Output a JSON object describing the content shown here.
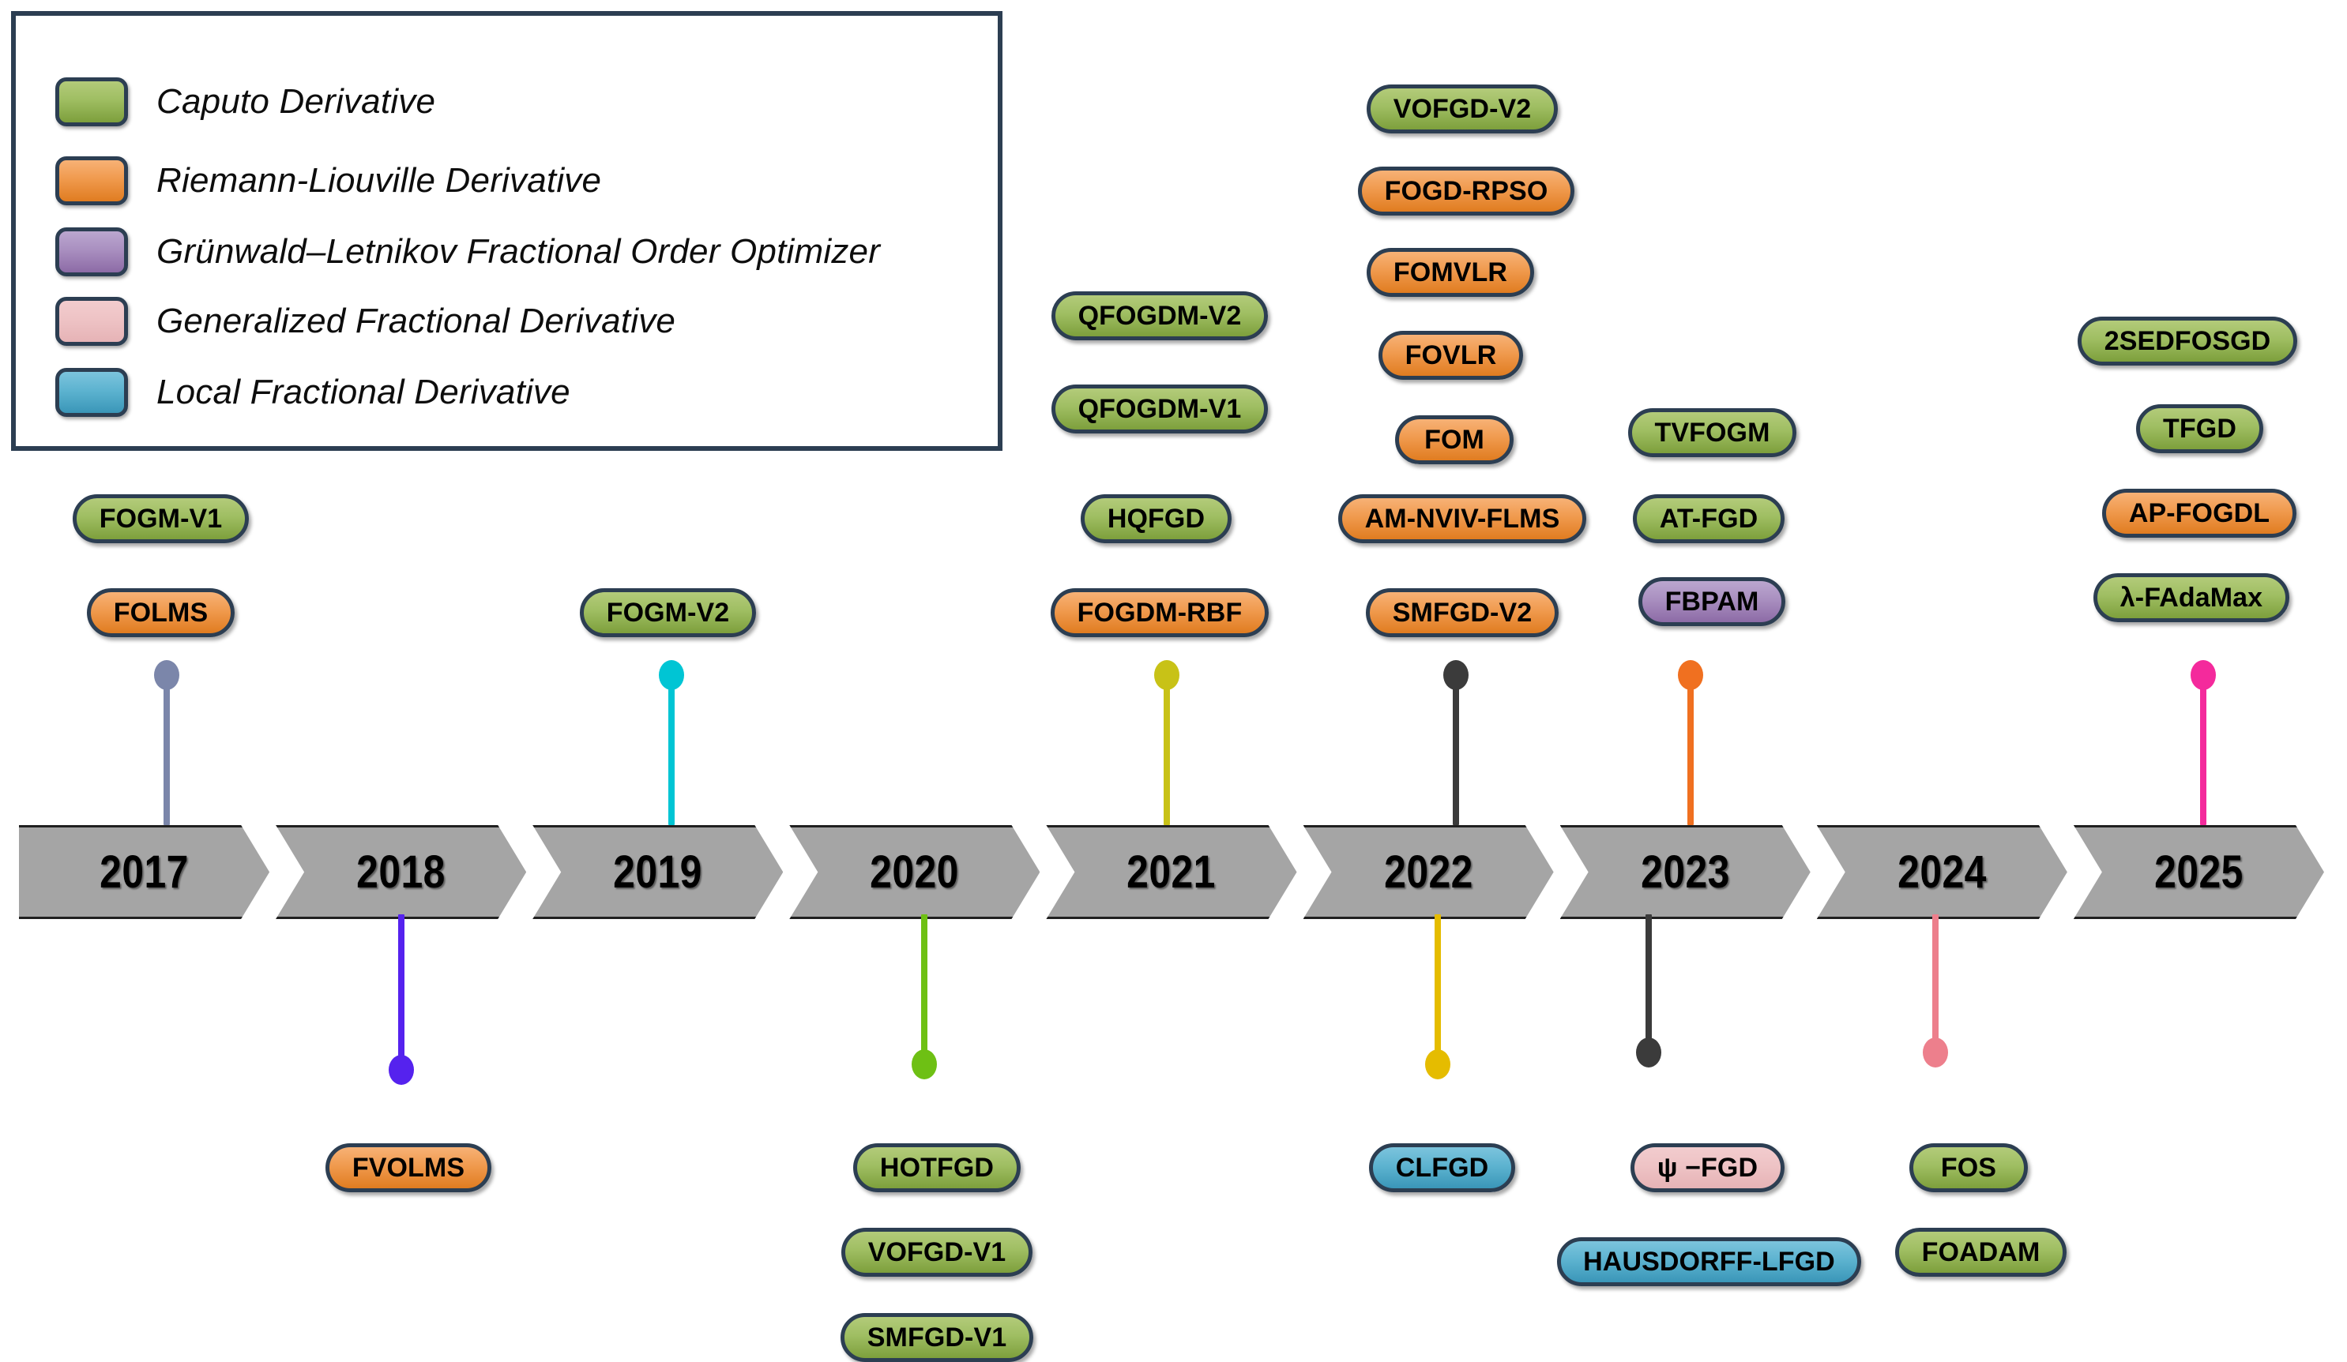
{
  "legend": {
    "items": [
      {
        "label": "Caputo Derivative",
        "color": "#9fbe62",
        "key": "caputo"
      },
      {
        "label": "Riemann-Liouville Derivative",
        "color": "#f09a4e",
        "key": "rl"
      },
      {
        "label": "Grünwald–Letnikov Fractional Order Optimizer",
        "color": "#a98fc0",
        "key": "gl"
      },
      {
        "label": "Generalized Fractional Derivative",
        "color": "#eec3c5",
        "key": "gen"
      },
      {
        "label": "Local Fractional Derivative",
        "color": "#5db3d0",
        "key": "local"
      }
    ]
  },
  "timeline": {
    "band_color": "#a5a5a5",
    "years": [
      "2017",
      "2018",
      "2019",
      "2020",
      "2021",
      "2022",
      "2023",
      "2024",
      "2025"
    ]
  },
  "pins": [
    {
      "year": "2017",
      "side": "top",
      "color": "#7b86aa"
    },
    {
      "year": "2018",
      "side": "bottom",
      "color": "#5522ee"
    },
    {
      "year": "2019",
      "side": "top",
      "color": "#00c5d4"
    },
    {
      "year": "2020",
      "side": "bottom",
      "color": "#6ec014"
    },
    {
      "year": "2021",
      "side": "top",
      "color": "#c8c217"
    },
    {
      "year": "2022",
      "side": "top",
      "color": "#3b3b3b"
    },
    {
      "year": "2022",
      "side": "bottom",
      "color": "#e5bc00"
    },
    {
      "year": "2023",
      "side": "top",
      "color": "#f07020"
    },
    {
      "year": "2023",
      "side": "bottom",
      "color": "#3b3b3b"
    },
    {
      "year": "2024",
      "side": "bottom",
      "color": "#ed7f8c"
    },
    {
      "year": "2025",
      "side": "top",
      "color": "#f42a9c"
    }
  ],
  "methods": {
    "2017": {
      "top": [
        {
          "label": "FOGM-V1",
          "type": "caputo"
        },
        {
          "label": "FOLMS",
          "type": "rl"
        }
      ],
      "bottom": []
    },
    "2018": {
      "top": [],
      "bottom": [
        {
          "label": "FVOLMS",
          "type": "rl"
        }
      ]
    },
    "2019": {
      "top": [
        {
          "label": "FOGM-V2",
          "type": "caputo"
        }
      ],
      "bottom": []
    },
    "2020": {
      "top": [],
      "bottom": [
        {
          "label": "HOTFGD",
          "type": "caputo"
        },
        {
          "label": "VOFGD-V1",
          "type": "caputo"
        },
        {
          "label": "SMFGD-V1",
          "type": "caputo"
        }
      ]
    },
    "2021": {
      "top": [
        {
          "label": "QFOGDM-V2",
          "type": "caputo"
        },
        {
          "label": "QFOGDM-V1",
          "type": "caputo"
        },
        {
          "label": "HQFGD",
          "type": "caputo"
        },
        {
          "label": "FOGDM-RBF",
          "type": "rl"
        }
      ],
      "bottom": []
    },
    "2022": {
      "top": [
        {
          "label": "VOFGD-V2",
          "type": "caputo"
        },
        {
          "label": "FOGD-RPSO",
          "type": "rl"
        },
        {
          "label": "FOMVLR",
          "type": "rl"
        },
        {
          "label": "FOVLR",
          "type": "rl"
        },
        {
          "label": "FOM",
          "type": "rl"
        },
        {
          "label": "AM-NVIV-FLMS",
          "type": "rl"
        },
        {
          "label": "SMFGD-V2",
          "type": "rl"
        }
      ],
      "bottom": [
        {
          "label": "CLFGD",
          "type": "local"
        }
      ]
    },
    "2023": {
      "top": [
        {
          "label": "TVFOGM",
          "type": "caputo"
        },
        {
          "label": "AT-FGD",
          "type": "caputo"
        },
        {
          "label": "FBPAM",
          "type": "gl"
        }
      ],
      "bottom": [
        {
          "label": "ψ −FGD",
          "type": "gen"
        },
        {
          "label": "HAUSDORFF-LFGD",
          "type": "local"
        }
      ]
    },
    "2024": {
      "top": [],
      "bottom": [
        {
          "label": "FOS",
          "type": "caputo"
        },
        {
          "label": "FOADAM",
          "type": "caputo"
        }
      ]
    },
    "2025": {
      "top": [
        {
          "label": "2SEDFOSGD",
          "type": "caputo"
        },
        {
          "label": "TFGD",
          "type": "caputo"
        },
        {
          "label": "AP-FOGDL",
          "type": "rl"
        },
        {
          "label": "λ-FAdaMax",
          "type": "caputo"
        }
      ],
      "bottom": []
    }
  }
}
